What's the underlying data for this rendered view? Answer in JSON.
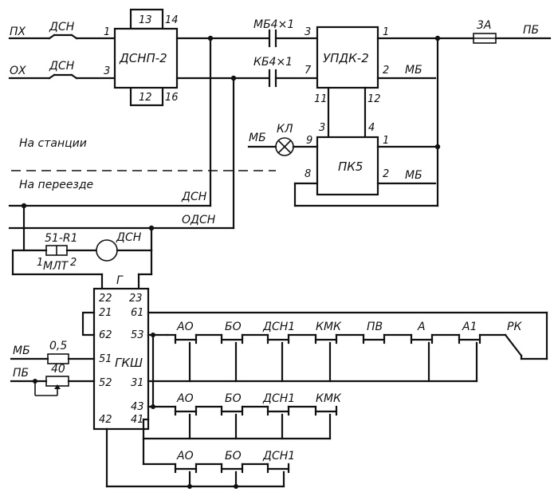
{
  "blocks": {
    "dsnp": {
      "name": "ДСНП-2",
      "pins": [
        "1",
        "3",
        "13",
        "14",
        "12",
        "16"
      ]
    },
    "updk": {
      "name": "УПДК-2",
      "pins": [
        "3",
        "7",
        "1",
        "2",
        "11",
        "12"
      ]
    },
    "pk5": {
      "name": "ПК5",
      "pins": [
        "3",
        "4",
        "9",
        "1",
        "8",
        "2"
      ]
    },
    "gksh": {
      "name": "ГКШ",
      "pins": [
        "22",
        "23",
        "21",
        "61",
        "62",
        "53",
        "51",
        "52",
        "31",
        "43",
        "41",
        "42"
      ],
      "label_top": "Г"
    }
  },
  "labels": {
    "px": "ПХ",
    "ox": "ОХ",
    "dsn": "ДСН",
    "mb4": "МБ4×1",
    "kb4": "КБ4×1",
    "fuse": "3А",
    "pb": "ПБ",
    "mb": "МБ",
    "kl": "КЛ",
    "station": "На станции",
    "crossing": "На переезде",
    "odsn": "ОДСН",
    "r1": "51-R1",
    "mlt": "МЛТ",
    "r_pin1": "1",
    "r_pin2": "2",
    "r05": "0,5",
    "r40": "40"
  },
  "contacts": {
    "row1": [
      "АО",
      "БО",
      "ДСН1",
      "КМК",
      "ПВ",
      "А",
      "А1",
      "РК"
    ],
    "row2": [
      "АО",
      "БО",
      "ДСН1",
      "КМК"
    ],
    "row3": [
      "АО",
      "БО",
      "ДСН1"
    ]
  }
}
